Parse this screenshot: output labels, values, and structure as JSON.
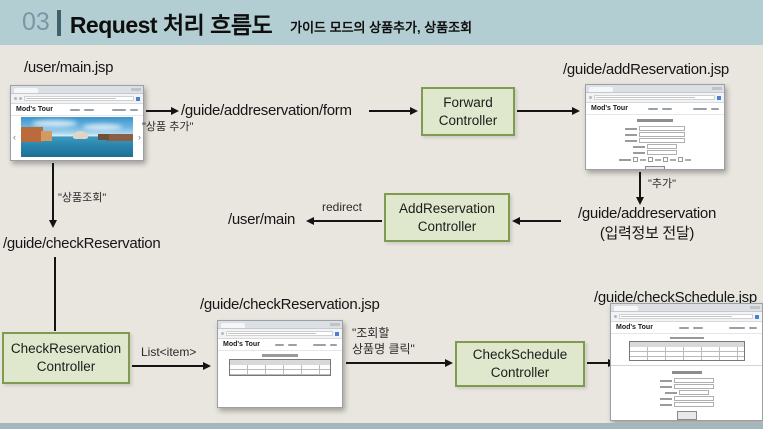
{
  "header": {
    "num": "03",
    "title": "Request 처리 흐름도",
    "subtitle": "가이드 모드의 상품추가, 상품조회"
  },
  "colors": {
    "header_bg": "#b3ced2",
    "body_bg": "#e9e5df",
    "controller_fill": "#dfe8cc",
    "controller_border": "#7e9b51",
    "footer_bar": "#a3b8bc",
    "arrow": "#141414"
  },
  "browser": {
    "brand": "Mod's Tour"
  },
  "flow": {
    "user_main_jsp": "/user/main.jsp",
    "add_product_quote": "\"상품 추가\"",
    "add_form_path": "/guide/addreservation/form",
    "forward_controller": "Forward Controller",
    "add_reservation_jsp": "/guide/addReservation.jsp",
    "add_quote": "\"추가\"",
    "add_reservation_path": "/guide/addreservation\n(입력정보 전달)",
    "add_reservation_controller": "AddReservation Controller",
    "redirect_label": "redirect",
    "user_main": "/user/main",
    "check_product_quote": "\"상품조회\"",
    "check_reservation_path": "/guide/checkReservation",
    "check_reservation_controller": "CheckReservation Controller",
    "list_item_label": "List<item>",
    "check_reservation_jsp": "/guide/checkReservation.jsp",
    "click_product_quote": "\"조회할\n상품명 클릭\"",
    "check_schedule_controller": "CheckSchedule Controller",
    "check_schedule_jsp": "/guide/checkSchedule.jsp"
  }
}
